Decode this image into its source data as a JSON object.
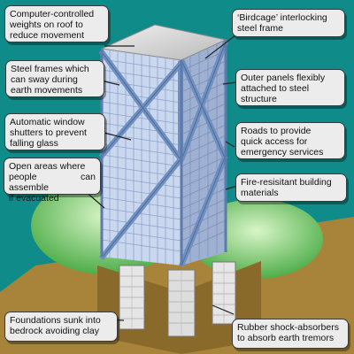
{
  "colors": {
    "sky": "#0f8c8a",
    "ground": "#a8843a",
    "grass": "#5cb85c",
    "facade_light": "#c9d7ef",
    "facade_dark": "#8d9ec2",
    "frame": "#6f8fbf",
    "foundation": "#e2e2e2"
  },
  "callouts": [
    {
      "id": "roof-weights",
      "text": "Computer-controlled\nweights on roof to\nreduce movement"
    },
    {
      "id": "birdcage",
      "text": "‘Birdcage’ interlocking\nsteel frame"
    },
    {
      "id": "steel-frames",
      "text": "Steel frames which\ncan sway during\nearth movements"
    },
    {
      "id": "outer-panels",
      "text": "Outer panels flexibly\nattached to steel\nstructure"
    },
    {
      "id": "window-shutters",
      "text": "Automatic window\nshutters to prevent\nfalling glass"
    },
    {
      "id": "roads",
      "text": "Roads to provide\nquick access for\nemergency services"
    },
    {
      "id": "open-areas",
      "text": "Open areas where\npeople can assemble\nif evacuated"
    },
    {
      "id": "fire-resistant",
      "text": "Fire-resisitant building\nmaterials"
    },
    {
      "id": "foundations",
      "text": "Foundations sunk into\nbedrock avoiding clay"
    },
    {
      "id": "shock-absorbers",
      "text": "Rubber shock-absorbers\nto absorb earth tremors"
    }
  ]
}
